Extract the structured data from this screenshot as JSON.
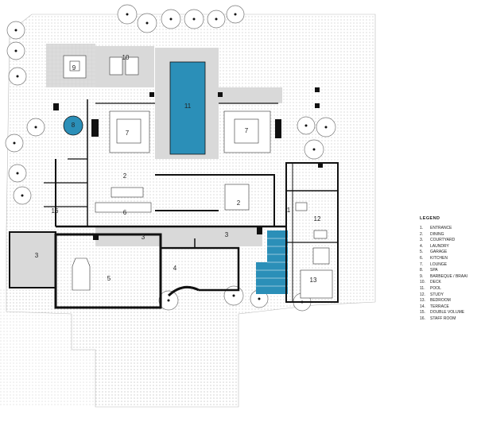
{
  "legend": {
    "title": "LEGEND",
    "items": [
      {
        "n": "1.",
        "label": "ENTRANCE"
      },
      {
        "n": "2.",
        "label": "DINING"
      },
      {
        "n": "3.",
        "label": "COURTYARD"
      },
      {
        "n": "4.",
        "label": "LAUNDRY"
      },
      {
        "n": "5.",
        "label": "GARAGE"
      },
      {
        "n": "6.",
        "label": "KITCHEN"
      },
      {
        "n": "7.",
        "label": "LOUNGE"
      },
      {
        "n": "8.",
        "label": "SPA"
      },
      {
        "n": "9.",
        "label": "BARBEQUE / BRAAI"
      },
      {
        "n": "10.",
        "label": "DECK"
      },
      {
        "n": "11.",
        "label": "POOL"
      },
      {
        "n": "12.",
        "label": "STUDY"
      },
      {
        "n": "13.",
        "label": "BEDROOM"
      },
      {
        "n": "14.",
        "label": "TERRACE"
      },
      {
        "n": "15.",
        "label": "DOUBLE VOLUME"
      },
      {
        "n": "16.",
        "label": "STAFF ROOM"
      }
    ]
  },
  "room_labels": {
    "entrance": "1",
    "dining_a": "2",
    "dining_b": "2",
    "courtyard_a": "3",
    "courtyard_b": "3",
    "courtyard_c": "3",
    "laundry": "4",
    "garage": "5",
    "kitchen": "6",
    "lounge_a": "7",
    "lounge_b": "7",
    "spa": "8",
    "braai": "9",
    "deck": "10",
    "pool": "11",
    "study": "12",
    "bedroom": "13",
    "staff": "16"
  },
  "colors": {
    "pool": "#2b8fb8",
    "spa": "#2b8fb8",
    "wall": "#111111",
    "paving": "#d9d9d9",
    "grass": "#eeeeee"
  }
}
